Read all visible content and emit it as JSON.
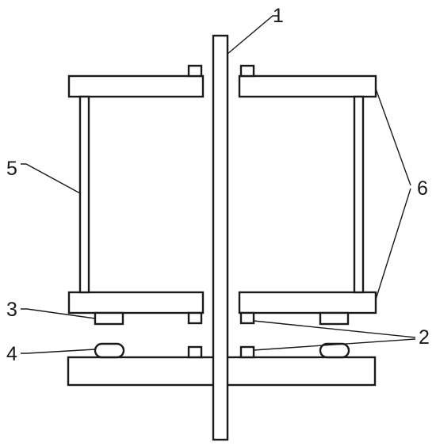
{
  "labels": {
    "shaft": "1",
    "studs": "2",
    "lower_block": "3",
    "pad": "4",
    "post": "5",
    "frame": "6"
  },
  "colors": {
    "stroke": "#1a1a1a",
    "fill": "#ffffff"
  }
}
